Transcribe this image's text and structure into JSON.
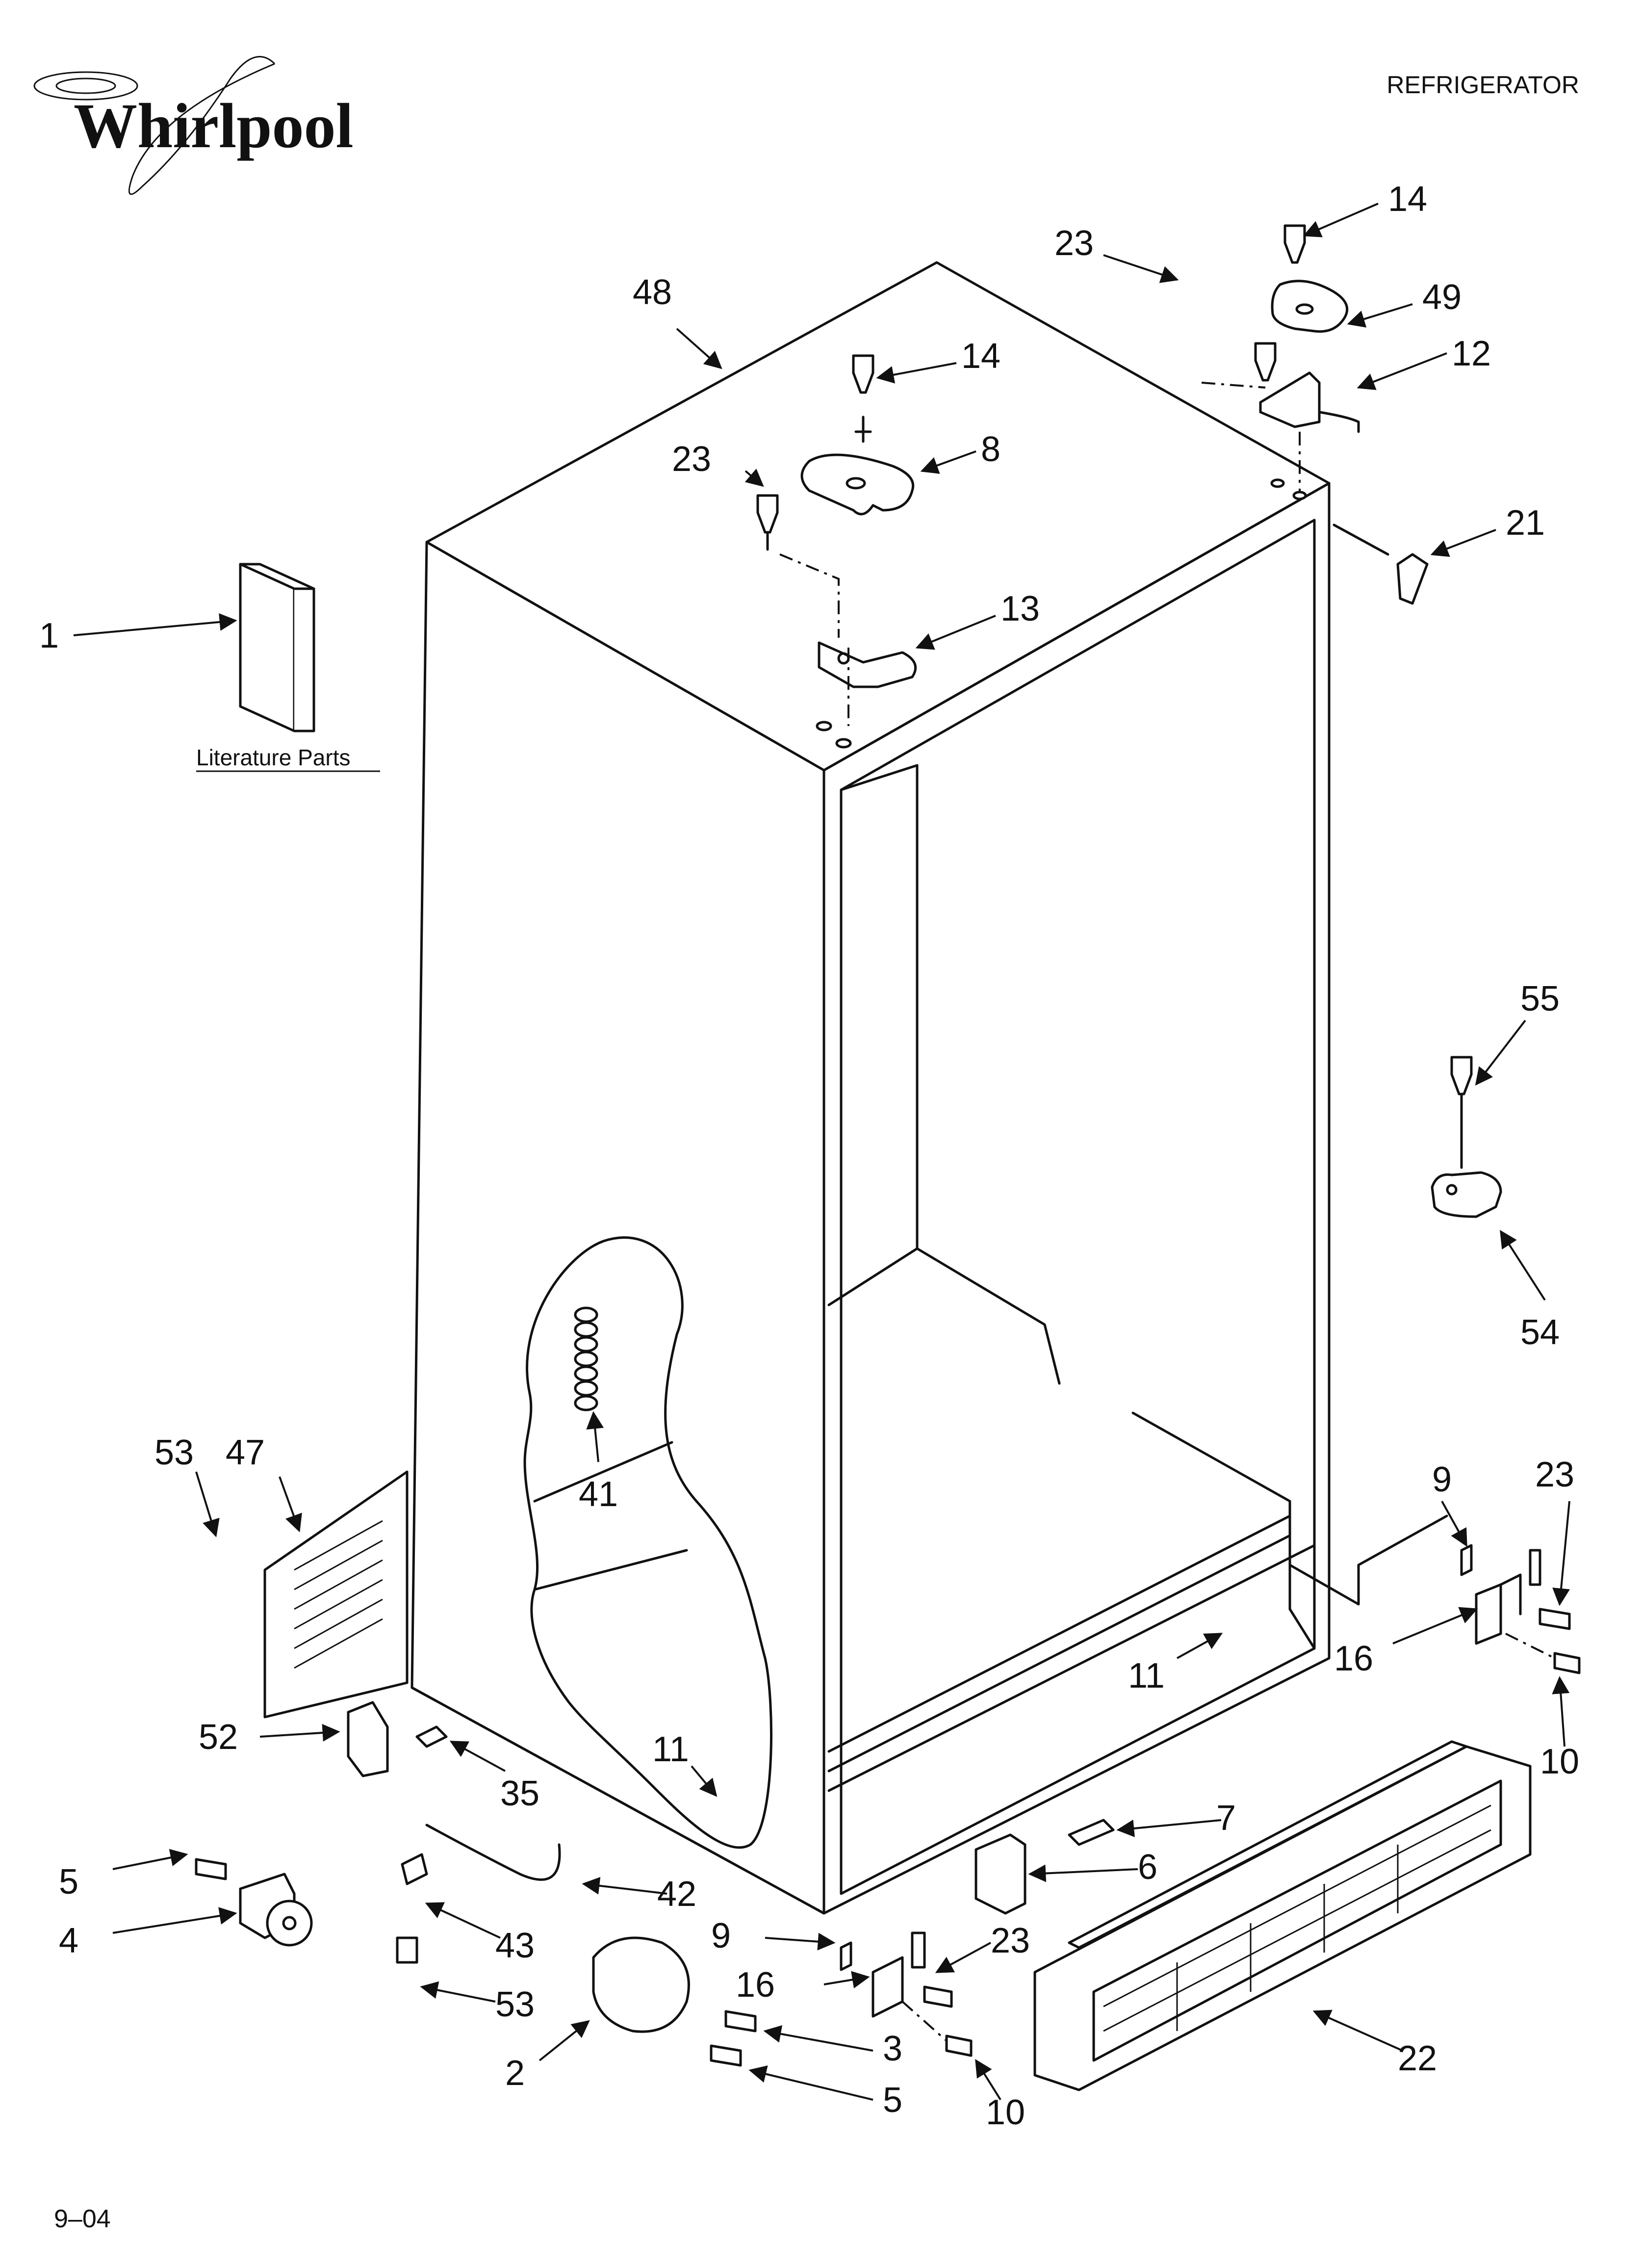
{
  "header": {
    "brand": "Whirlpool",
    "category": "REFRIGERATOR"
  },
  "footer": {
    "date_code": "9–04"
  },
  "literature": {
    "label": "Literature Parts"
  },
  "callouts": {
    "c1": "1",
    "c2": "2",
    "c3": "3",
    "c4": "4",
    "c5a": "5",
    "c5b": "5",
    "c6": "6",
    "c7": "7",
    "c8": "8",
    "c9a": "9",
    "c9b": "9",
    "c10a": "10",
    "c10b": "10",
    "c11a": "11",
    "c11b": "11",
    "c12": "12",
    "c13": "13",
    "c14a": "14",
    "c14b": "14",
    "c16a": "16",
    "c16b": "16",
    "c21": "21",
    "c22": "22",
    "c23a": "23",
    "c23b": "23",
    "c23c": "23",
    "c23d": "23",
    "c35": "35",
    "c41": "41",
    "c42": "42",
    "c43": "43",
    "c47": "47",
    "c48": "48",
    "c49": "49",
    "c52": "52",
    "c53a": "53",
    "c53b": "53",
    "c54": "54",
    "c55": "55"
  }
}
